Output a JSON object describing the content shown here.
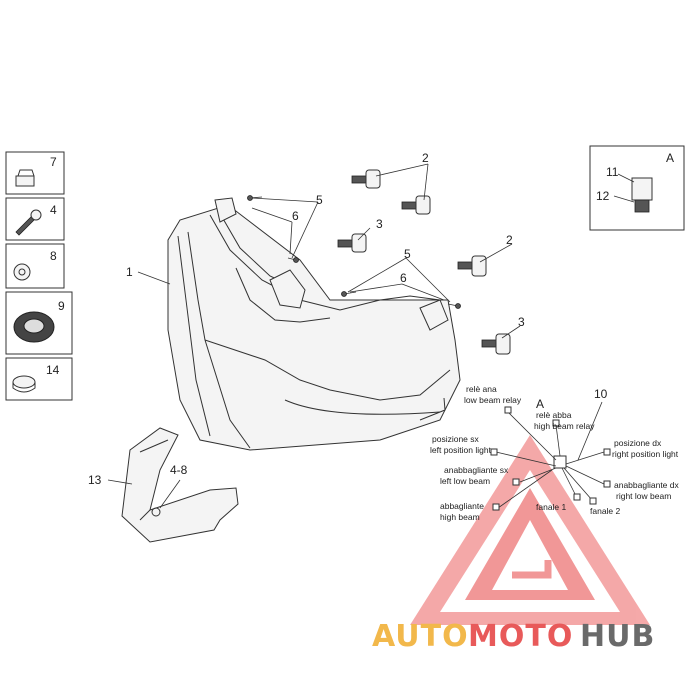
{
  "callouts": {
    "c1": "1",
    "c2a": "2",
    "c2b": "2",
    "c3a": "3",
    "c3b": "3",
    "c4": "4",
    "c5a": "5",
    "c5b": "5",
    "c6a": "6",
    "c6b": "6",
    "c7": "7",
    "c8": "8",
    "c9": "9",
    "c10": "10",
    "c11": "11",
    "c12": "12",
    "c13": "13",
    "c14": "14",
    "c48": "4-8"
  },
  "detail": {
    "letter_box": "A",
    "letter_wiring": "A"
  },
  "wiring": {
    "rele_ana": "relè ana",
    "low_beam_relay": "low beam relay",
    "rele_abba": "relè abba",
    "high_beam_relay": "high beam relay",
    "posizione_sx": "posizione sx",
    "left_position_light": "left position light",
    "posizione_dx": "posizione dx",
    "right_position_light": "right position light",
    "anabbagliante_sx": "anabbagliante sx",
    "left_low_beam": "left low beam",
    "anabbagliante_dx": "anabbagliante dx",
    "right_low_beam": "right low beam",
    "abbagliante": "abbagliante",
    "high_beam": "high beam",
    "fanale_1": "fanale 1",
    "fanale_2": "fanale 2"
  },
  "watermark": {
    "part1": "AUTO",
    "part2": "MOTO",
    "part3": "HUB"
  },
  "colors": {
    "watermark_orange": "#f2b84b",
    "watermark_red": "#e85a5a",
    "watermark_gray": "#6a6a6a"
  }
}
